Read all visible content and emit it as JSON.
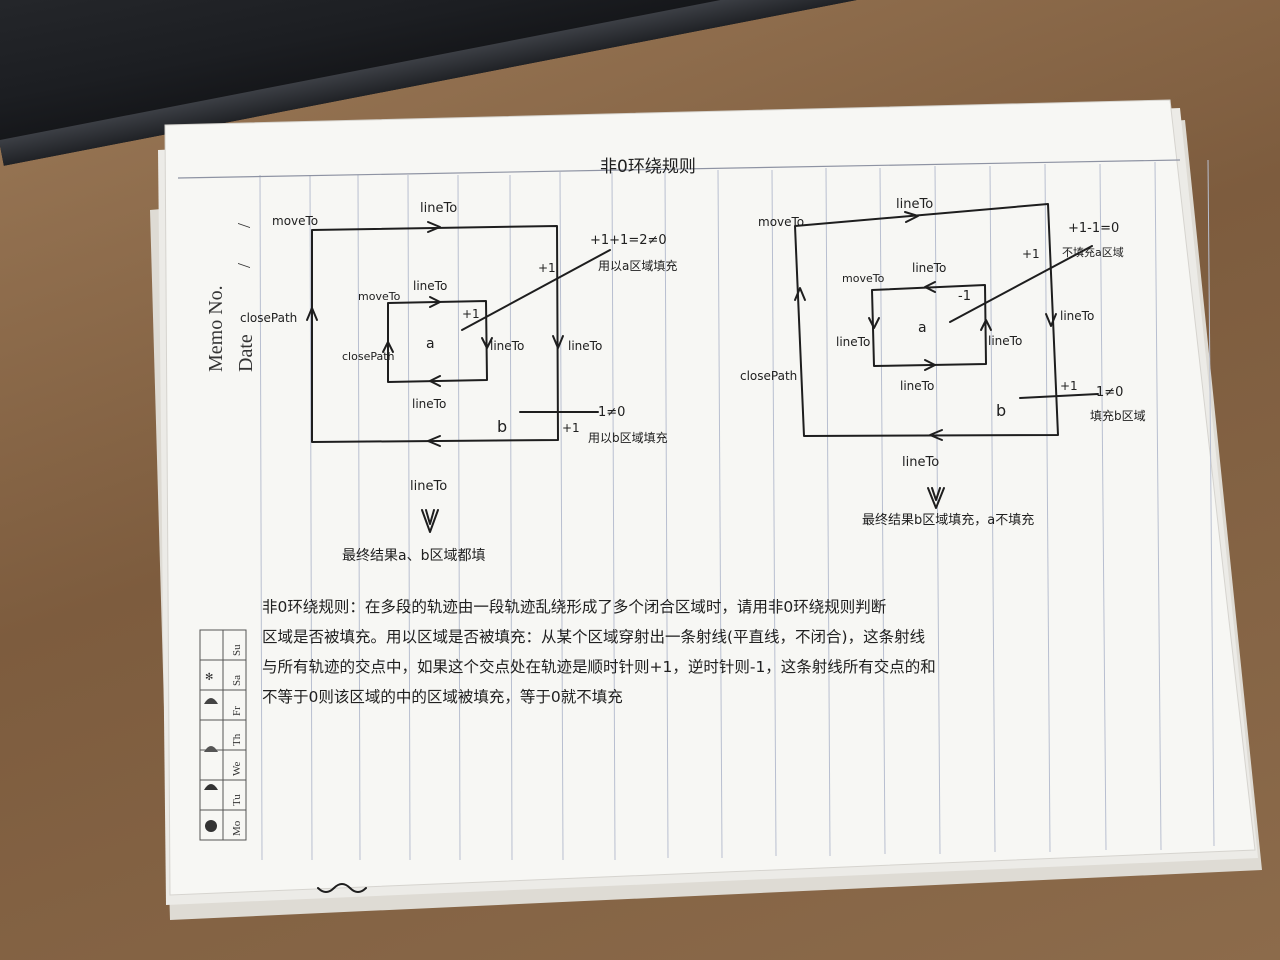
{
  "sheet": {
    "memo_label": "Memo No.",
    "date_label": "Date",
    "date_slash": "/",
    "weekdays": [
      "Mo",
      "Tu",
      "We",
      "Th",
      "Fr",
      "Sa",
      "Su"
    ]
  },
  "note": {
    "title": "非0环绕规则",
    "labels": {
      "moveto": "moveTo",
      "lineto": "lineTo",
      "closepath": "closePath",
      "a": "a",
      "b": "b",
      "plus1": "+1",
      "minus1": "-1",
      "one": "1≠0"
    },
    "left": {
      "sum_a": "+1+1=2≠0",
      "sum_a_note": "用以a区域填充",
      "sum_b_note": "用以b区域填充",
      "result": "最终结果a、b区域都填"
    },
    "right": {
      "sum_a": "+1-1=0",
      "sum_a_note": "不填充a区域",
      "sum_b_note": "填充b区域",
      "result": "最终结果b区域填充，a不填充"
    },
    "paragraph": [
      "非0环绕规则：在多段的轨迹由一段轨迹乱绕形成了多个闭合区域时，请用非0环绕规则判断",
      "区域是否被填充。用以区域是否被填充：从某个区域穿射出一条射线(平直线，不闭合)，这条射线",
      "与所有轨迹的交点中，如果这个交点处在轨迹是顺时针则+1，逆时针则-1，这条射线所有交点的和",
      "不等于0则该区域的中的区域被填充，等于0就不填充"
    ]
  }
}
